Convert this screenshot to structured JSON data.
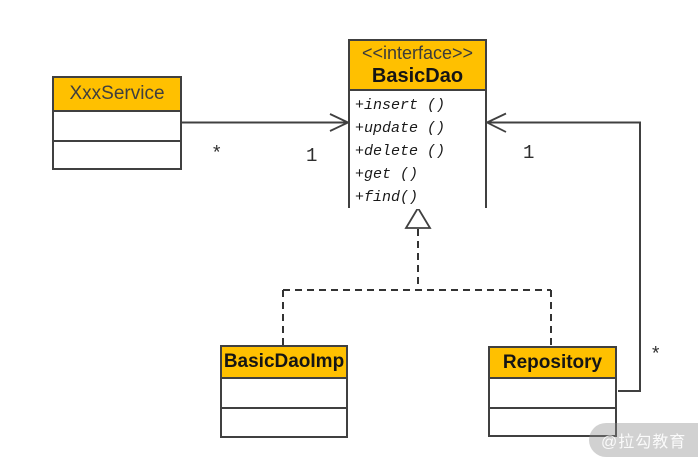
{
  "diagram": {
    "classes": {
      "xxx_service": {
        "name": "XxxService"
      },
      "basic_dao": {
        "stereotype": "<<interface>>",
        "name": "BasicDao",
        "methods": [
          "+insert ()",
          "+update ()",
          "+delete ()",
          "+get ()",
          "+find()"
        ]
      },
      "basic_dao_imp": {
        "name": "BasicDaoImp"
      },
      "repository": {
        "name": "Repository"
      }
    },
    "multiplicities": {
      "service_side": "*",
      "dao_left": "1",
      "dao_right": "1",
      "repository_side": "*"
    },
    "colors": {
      "header_fill": "#FFC000",
      "border": "#404040",
      "line": "#404040",
      "background": "#FFFFFF"
    }
  },
  "watermark": {
    "text": "@拉勾教育"
  }
}
